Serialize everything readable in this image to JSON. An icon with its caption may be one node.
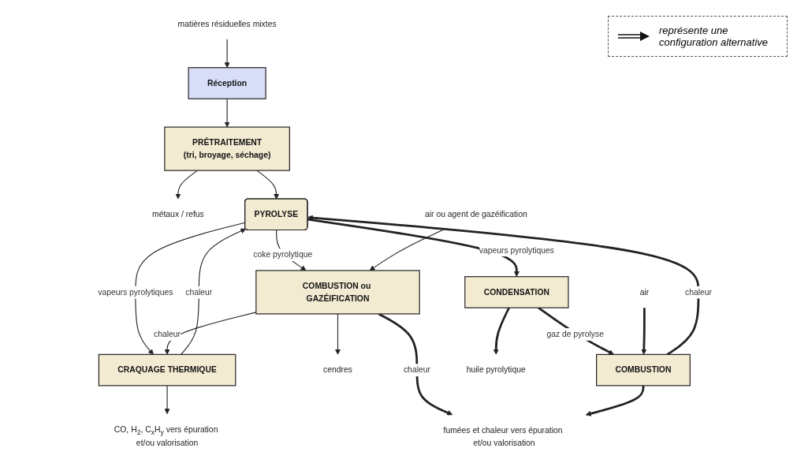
{
  "diagram": {
    "nodes": [
      {
        "text": [
          "matières résiduelles mixtes"
        ]
      },
      {
        "text": [
          "Réception"
        ]
      },
      {
        "text": [
          "PRÉTRAITEMENT",
          "(tri, broyage, séchage)"
        ]
      },
      {
        "text": [
          "métaux / refus"
        ]
      },
      {
        "text": [
          "CO, H$_{2}$, C$_{x}$H$_{y}$ vers épuration et/ou valorisation"
        ]
      },
      {
        "text": [
          "CRAQUAGE THERMIQUE"
        ]
      },
      {
        "text": [
          "PYROLYSE"
        ]
      },
      {
        "text": [
          "COMBUSTION ou GAZÉIFICATION"
        ]
      },
      {
        "text": [
          "cendres"
        ]
      },
      {
        "text": [
          "air ou agent de gazéification"
        ]
      },
      {
        "text": [
          "fumées et chaleur vers épuration et/ou valorisation"
        ]
      },
      {
        "text": [
          "COMBUSTION"
        ]
      },
      {
        "text": [
          "CONDENSATION"
        ]
      },
      {
        "text": [
          "huile pyrolytique"
        ]
      },
      {
        "text": [
          "air"
        ]
      }
    ],
    "edges": [
      {
        "from": 0,
        "to": 1,
        "arrow": "to"
      },
      {
        "from": 1,
        "to": 2,
        "arrow": "to"
      },
      {
        "from": 2,
        "to": 3,
        "arrow": "to"
      },
      {
        "from": 2,
        "to": 6,
        "arrow": "to"
      },
      {
        "from": 5,
        "to": 4,
        "arrow": "to"
      },
      {
        "from": 5,
        "to": 6,
        "label": "chaleur",
        "arrow": "to"
      },
      {
        "from": 6,
        "to": 5,
        "label": "vapeurs pyrolytiques",
        "arrow": "to"
      },
      {
        "from": 6,
        "to": 7,
        "label": "coke pyrolytique",
        "arrow": "to"
      },
      {
        "from": 7,
        "to": 5,
        "label": "chaleur",
        "arrow": "to"
      },
      {
        "from": 7,
        "to": 8,
        "arrow": "to"
      },
      {
        "from": 9,
        "to": 7,
        "arrow": "to"
      },
      {
        "from": 7,
        "to": 10,
        "label": "chaleur",
        "arrow": "to",
        "style": "thick"
      },
      {
        "from": 11,
        "to": 6,
        "label": "chaleur",
        "arrow": "to",
        "style": "thick"
      },
      {
        "from": 11,
        "to": 10,
        "arrow": "to",
        "style": "thick"
      },
      {
        "from": 6,
        "to": 12,
        "label": "vapeurs pyrolytiques",
        "arrow": "to",
        "style": "thick"
      },
      {
        "from": 12,
        "to": 11,
        "label": "gaz de pyrolyse",
        "arrow": "to",
        "style": "thick"
      },
      {
        "from": 12,
        "to": 13,
        "arrow": "to",
        "style": "thick"
      },
      {
        "from": 14,
        "to": 11,
        "arrow": "to",
        "style": "thick"
      }
    ],
    "legend": [
      {
        "text": "représente une configuration alternative"
      }
    ]
  }
}
